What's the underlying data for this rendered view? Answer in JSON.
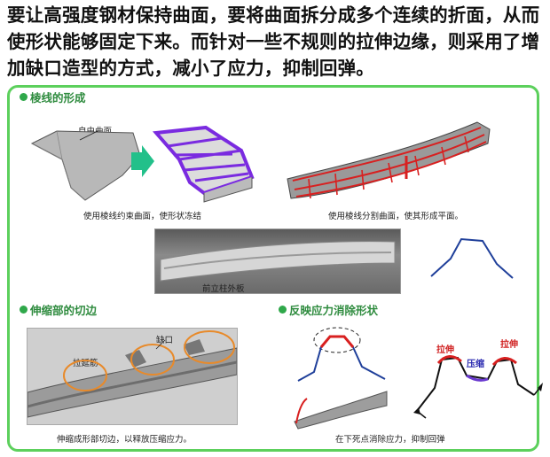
{
  "headline": "要让高强度钢材保持曲面，要将曲面拆分成多个连续的折面，从而使形状能够固定下来。而针对一些不规则的拉伸边缘，则采用了增加缺口造型的方式，减小了应力，抑制回弹。",
  "sections": {
    "ridge": {
      "title": "棱线的形成",
      "free_surface_label": "自由曲面",
      "caption_left": "使用棱线约束曲面，使形状冻结",
      "caption_right": "使用棱线分割曲面，使其形成平面。",
      "pillar_caption": "前立柱外板"
    },
    "cutout": {
      "title": "伸缩部的切边",
      "label_stretch_rib": "拉延筋",
      "label_notch": "缺口",
      "caption": "伸缩成形部切边，以释放压缩应力。"
    },
    "stress": {
      "title": "反映应力消除形状",
      "label_stretch_left": "拉伸",
      "label_stretch_right": "拉伸",
      "label_compress": "压缩",
      "caption": "在下死点消除应力，抑制回弹"
    }
  },
  "colors": {
    "accent_green": "#5cd05c",
    "title_green": "#2e8b3e",
    "ridge_purple": "#7a2be0",
    "arrow_teal": "#22c08a",
    "ridge_red": "#d82020",
    "notch_orange": "#e88a2a",
    "profile_blue": "#1f3f9a"
  },
  "icons": [
    "green-bullet-icon",
    "right-arrow-icon"
  ]
}
